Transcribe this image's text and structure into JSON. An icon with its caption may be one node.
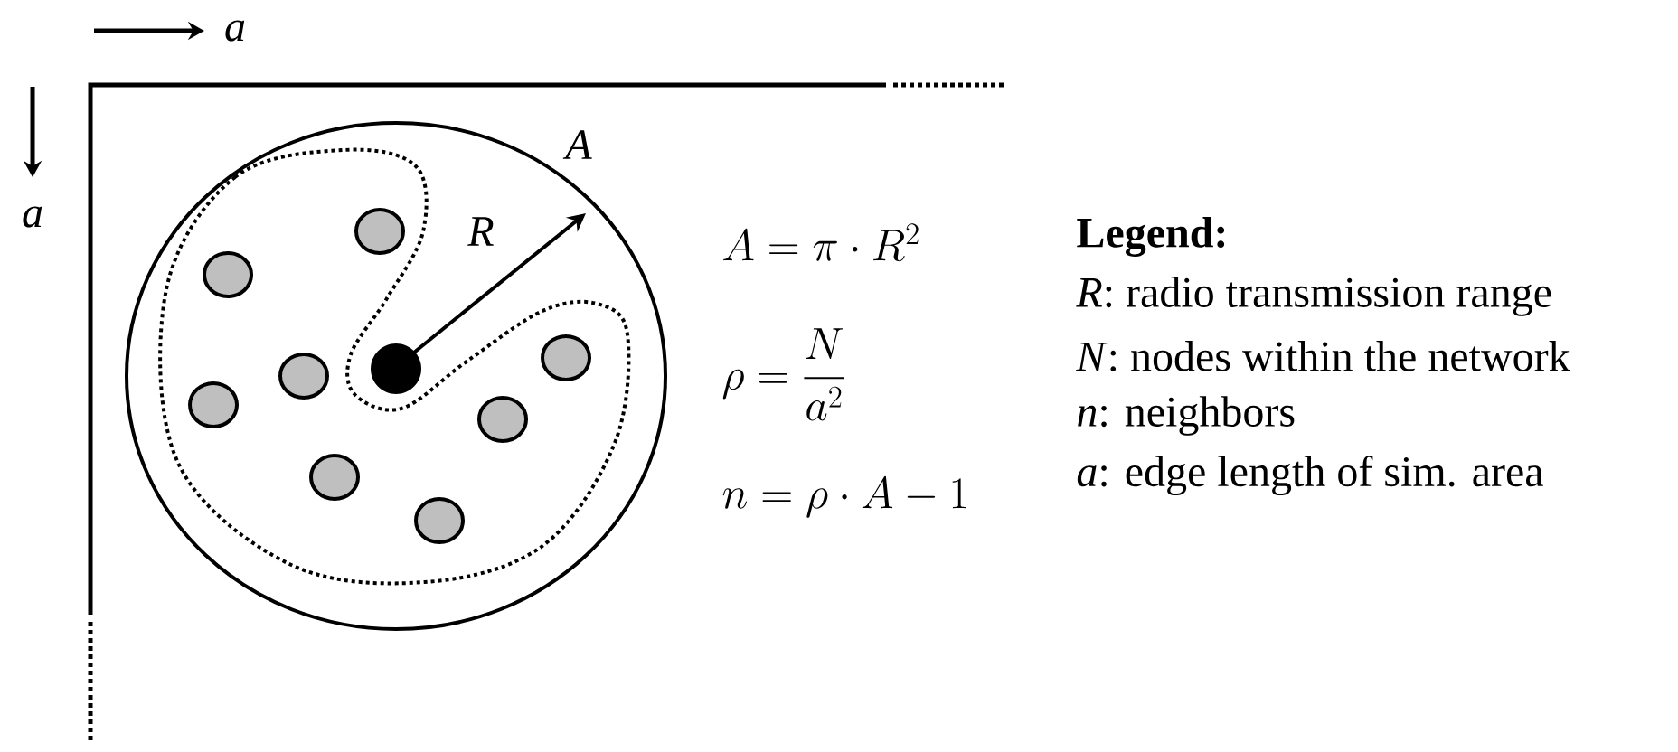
{
  "diagram": {
    "labels": [
      "a",
      "a",
      "A",
      "R",
      "A = \\pi \\cdot R^{2}",
      "\\rho = \\frac{N}{a^{2}}",
      "n = \\rho \\cdot A - 1",
      "Legend:",
      "*R*: radio transmission range",
      "*N*: nodes within the network",
      "*n*: neighbors",
      "*a*: edge length of sim. area"
    ]
  }
}
